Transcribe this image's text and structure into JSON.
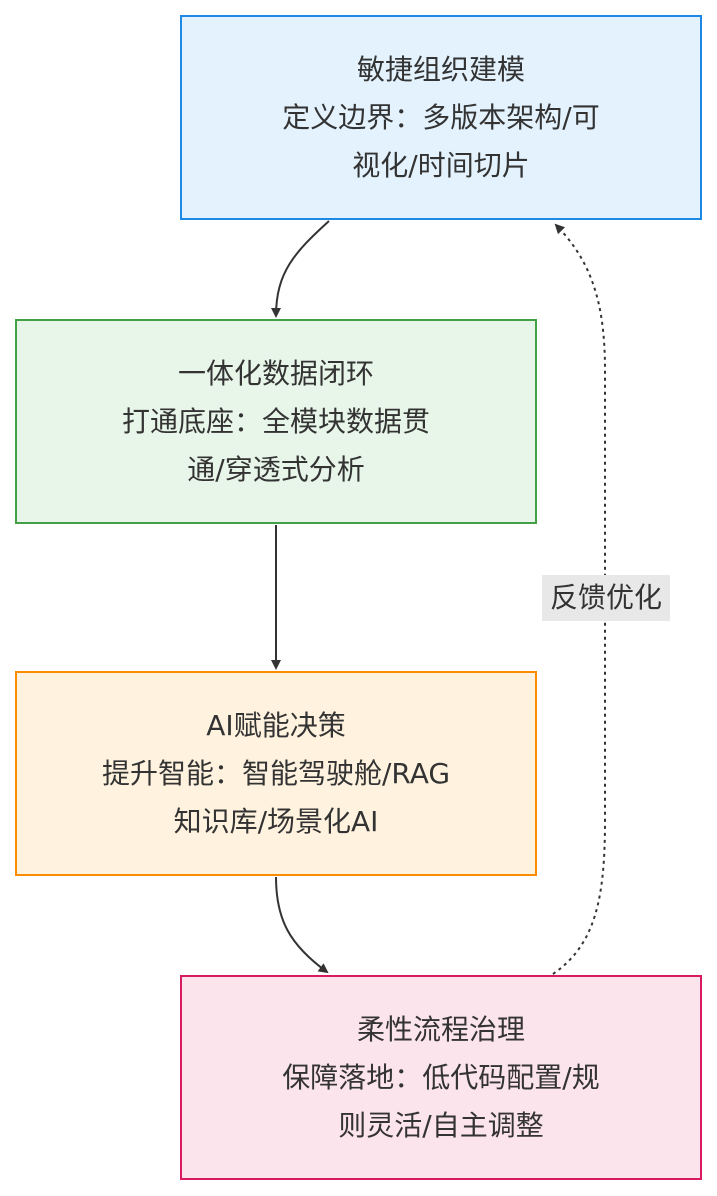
{
  "diagram": {
    "type": "flowchart",
    "nodes": [
      {
        "id": "agile-org-modeling",
        "lines": [
          "敏捷组织建模",
          "定义边界：多版本架构/可",
          "视化/时间切片"
        ],
        "fill": "#e3f2fd",
        "stroke": "#1e88e5"
      },
      {
        "id": "integrated-data-loop",
        "lines": [
          "一体化数据闭环",
          "打通底座：全模块数据贯",
          "通/穿透式分析"
        ],
        "fill": "#e8f5e9",
        "stroke": "#43a047"
      },
      {
        "id": "ai-empowered-decision",
        "lines": [
          "AI赋能决策",
          "提升智能：智能驾驶舱/RAG",
          "知识库/场景化AI"
        ],
        "fill": "#fff3e0",
        "stroke": "#fb8c00"
      },
      {
        "id": "flexible-process-governance",
        "lines": [
          "柔性流程治理",
          "保障落地：低代码配置/规",
          "则灵活/自主调整"
        ],
        "fill": "#fce4ec",
        "stroke": "#d81b60"
      }
    ],
    "edges": [
      {
        "from": "agile-org-modeling",
        "to": "integrated-data-loop",
        "style": "solid"
      },
      {
        "from": "integrated-data-loop",
        "to": "ai-empowered-decision",
        "style": "solid"
      },
      {
        "from": "ai-empowered-decision",
        "to": "flexible-process-governance",
        "style": "solid"
      },
      {
        "from": "flexible-process-governance",
        "to": "agile-org-modeling",
        "style": "dashed",
        "label": "反馈优化"
      }
    ],
    "colors": {
      "edge": "#333333",
      "text": "#333333",
      "label_background": "#e8e8e8"
    }
  }
}
